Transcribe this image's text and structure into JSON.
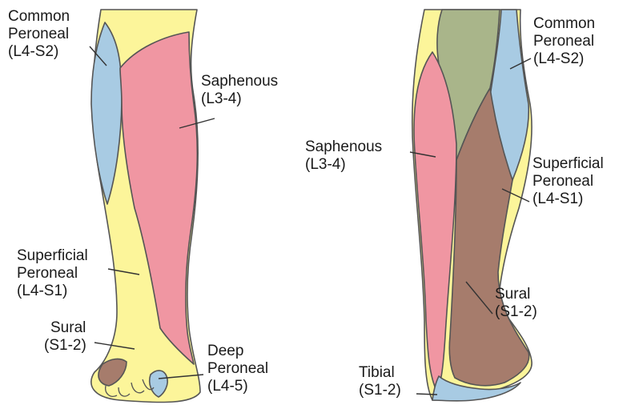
{
  "colors": {
    "common_peroneal": "#a8cbe3",
    "saphenous": "#f096a2",
    "superficial_peroneal": "#fcf59a",
    "sural": "#a67c6c",
    "deep_peroneal": "#a8cbe3",
    "tibial": "#a8cbe3",
    "posterior_thigh": "#a9b58a"
  },
  "front_view": {
    "common_peroneal": {
      "name": "Common",
      "name2": "Peroneal",
      "roots": "(L4-S2)"
    },
    "saphenous": {
      "name": "Saphenous",
      "roots": "(L3-4)"
    },
    "superficial_peroneal": {
      "name": "Superficial",
      "name2": "Peroneal",
      "roots": "(L4-S1)"
    },
    "sural": {
      "name": "Sural",
      "roots": "(S1-2)"
    },
    "deep_peroneal": {
      "name": "Deep",
      "name2": "Peroneal",
      "roots": "(L4-5)"
    }
  },
  "back_view": {
    "common_peroneal": {
      "name": "Common",
      "name2": "Peroneal",
      "roots": "(L4-S2)"
    },
    "saphenous": {
      "name": "Saphenous",
      "roots": "(L3-4)"
    },
    "superficial_peroneal": {
      "name": "Superficial",
      "name2": "Peroneal",
      "roots": "(L4-S1)"
    },
    "sural": {
      "name": "Sural",
      "roots": "(S1-2)"
    },
    "tibial": {
      "name": "Tibial",
      "roots": "(S1-2)"
    }
  }
}
